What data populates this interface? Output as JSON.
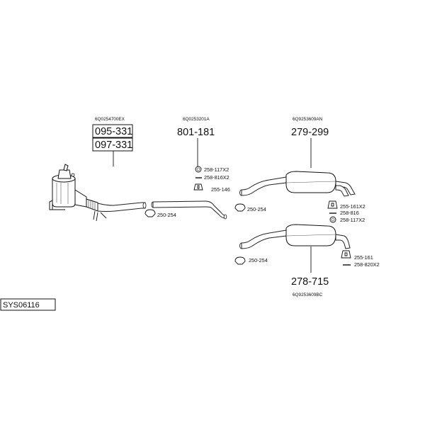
{
  "system_id": "SYS06116",
  "groups": [
    {
      "oem": "6Q0254700EX",
      "parts": [
        "095-331",
        "097-331"
      ]
    },
    {
      "oem": "6Q0253201A",
      "parts": [
        "801-181"
      ],
      "hardware": [
        {
          "code": "258-117X2",
          "icon": "ring-icon"
        },
        {
          "code": "258-816X2",
          "icon": "bolt-icon"
        },
        {
          "code": "255-146",
          "icon": "rubber-hanger-icon"
        },
        {
          "code": "250-254",
          "icon": "clamp-icon"
        }
      ]
    },
    {
      "oem": "6Q9253609AN",
      "parts": [
        "279-299"
      ],
      "hardware": [
        {
          "code": "250-254",
          "icon": "clamp-icon"
        },
        {
          "code": "255-161X2",
          "icon": "rubber-hanger-icon"
        },
        {
          "code": "258-816",
          "icon": "bolt-icon"
        },
        {
          "code": "258-117X2",
          "icon": "ring-icon"
        }
      ]
    },
    {
      "oem": "6Q9253609BC",
      "parts": [
        "278-715"
      ],
      "hardware": [
        {
          "code": "250-254",
          "icon": "clamp-icon"
        },
        {
          "code": "255-161",
          "icon": "rubber-hanger-icon"
        },
        {
          "code": "258-820X2",
          "icon": "bolt-icon"
        }
      ]
    }
  ]
}
